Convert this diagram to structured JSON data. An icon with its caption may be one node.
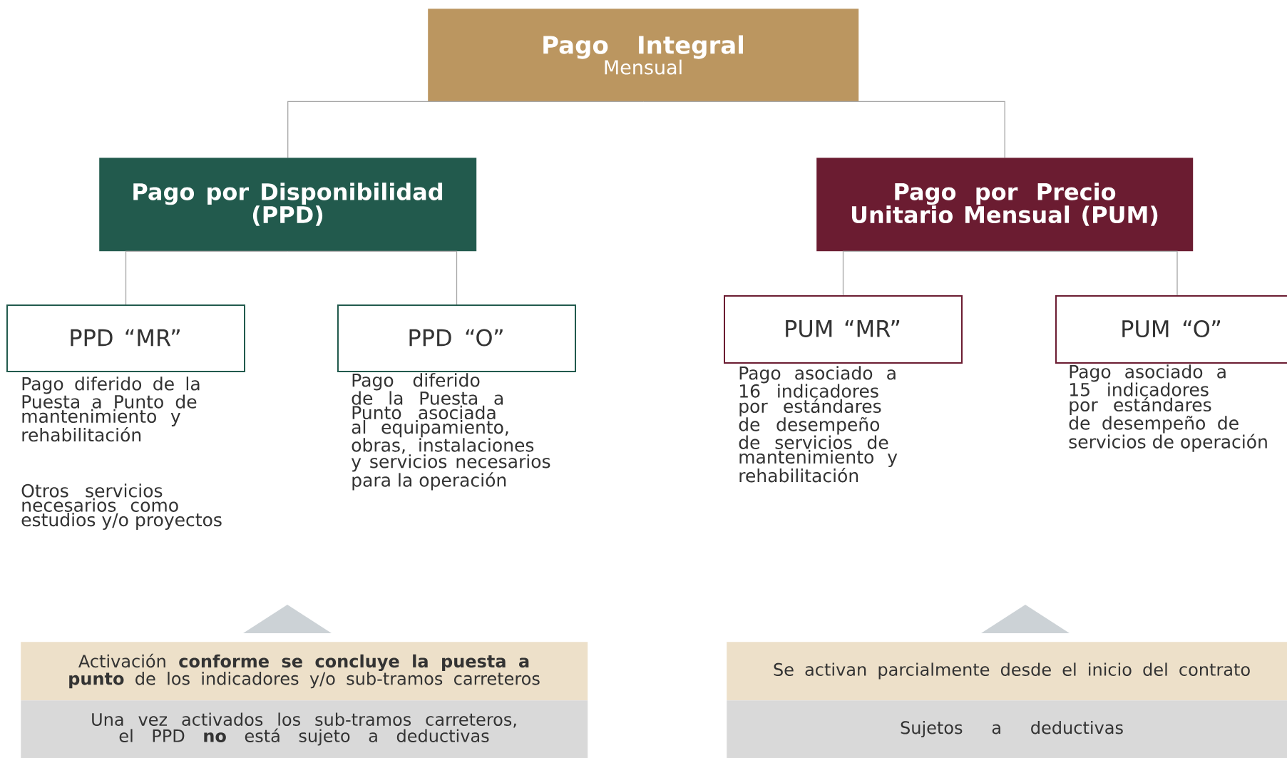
{
  "diagram": {
    "nodes": [
      {
        "text": [
          "Pago Integral",
          "Mensual"
        ]
      },
      {
        "text": [
          "Pago por Disponibilidad (PPD)"
        ]
      },
      {
        "text": [
          "Pago por Precio Unitario Mensual (PUM)"
        ]
      },
      {
        "text": [
          "PPD “MR”"
        ],
        "beside": [
          "Pago diferido de la Puesta a Punto de mantenimiento y rehabilitación",
          "Otros servicios necesarios como estudios y/o proyectos"
        ]
      },
      {
        "text": [
          "PPD “O”"
        ],
        "beside": [
          "Pago diferido de la Puesta a Punto asociada al equipamiento, obras, instalaciones y servicios necesarios para la operación"
        ]
      },
      {
        "text": [
          "PUM “MR”"
        ],
        "beside": [
          "Pago asociado a 16 indicadores por estándares de desempeño de servicios de mantenimiento y rehabilitación"
        ]
      },
      {
        "text": [
          "PUM “O”"
        ],
        "beside": [
          "Pago asociado a 15 indicadores por estándares de desempeño de servicios de operación"
        ]
      },
      {
        "text": [
          "Activación **conforme se concluye la puesta a punto** de los indicadores y/o sub-tramos carreteros"
        ]
      },
      {
        "text": [
          "Una vez activados los sub-tramos carreteros, el PPD **no** está sujeto a deductivas"
        ]
      },
      {
        "text": [
          "Se activan parcialmente desde el inicio del contrato"
        ]
      },
      {
        "text": [
          "Sujetos a deductivas"
        ]
      },
      {
        "text": [],
        "shape": "triangle"
      },
      {
        "text": [],
        "shape": "triangle"
      }
    ],
    "edges": [
      {
        "from": 0,
        "to": 1,
        "arrow": "none"
      },
      {
        "from": 0,
        "to": 2,
        "arrow": "none"
      },
      {
        "from": 1,
        "to": 3,
        "arrow": "none"
      },
      {
        "from": 1,
        "to": 4,
        "arrow": "none"
      },
      {
        "from": 2,
        "to": 5,
        "arrow": "none"
      },
      {
        "from": 2,
        "to": 6,
        "arrow": "none"
      }
    ]
  }
}
